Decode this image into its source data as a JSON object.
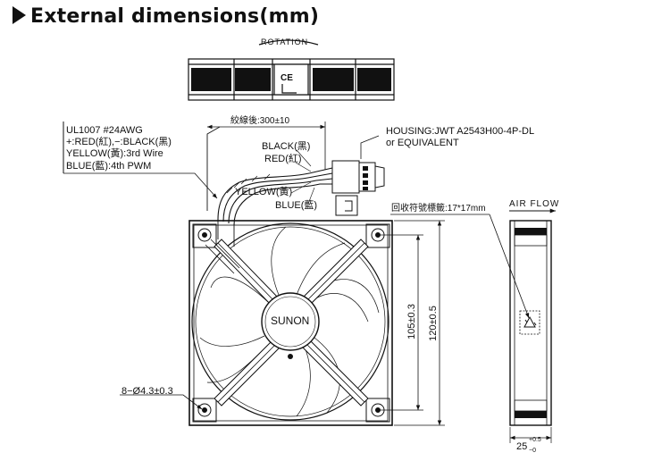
{
  "heading": "External dimensions(mm)",
  "top_view": {
    "rotation_label": "ROTATION",
    "ce_mark": "CE"
  },
  "wire_spec": {
    "lines": [
      "UL1007  #24AWG",
      "+:RED(紅),−:BLACK(黑)",
      "YELLOW(黃):3rd  Wire",
      "BLUE(藍):4th  PWM"
    ]
  },
  "cable": {
    "length_label": "絞線後:300±10",
    "wire_labels": [
      "BLACK(黑)",
      "RED(紅)",
      "YELLOW(黃)",
      "BLUE(藍)"
    ]
  },
  "housing": {
    "line1": "HOUSING:JWT  A2543H00-4P-DL",
    "line2": "or  EQUIVALENT"
  },
  "recycle_label": "回收符號標籤:17*17mm",
  "hub_label": "SUNON",
  "dimensions": {
    "hole_spacing": "105±0.3",
    "frame_size": "120±0.5",
    "holes": "8−Ø4.3±0.3",
    "thickness_main": "25",
    "thickness_tol_upper": "+0.5",
    "thickness_tol_lower": "−0"
  },
  "side_view": {
    "airflow_label": "AIR  FLOW"
  }
}
